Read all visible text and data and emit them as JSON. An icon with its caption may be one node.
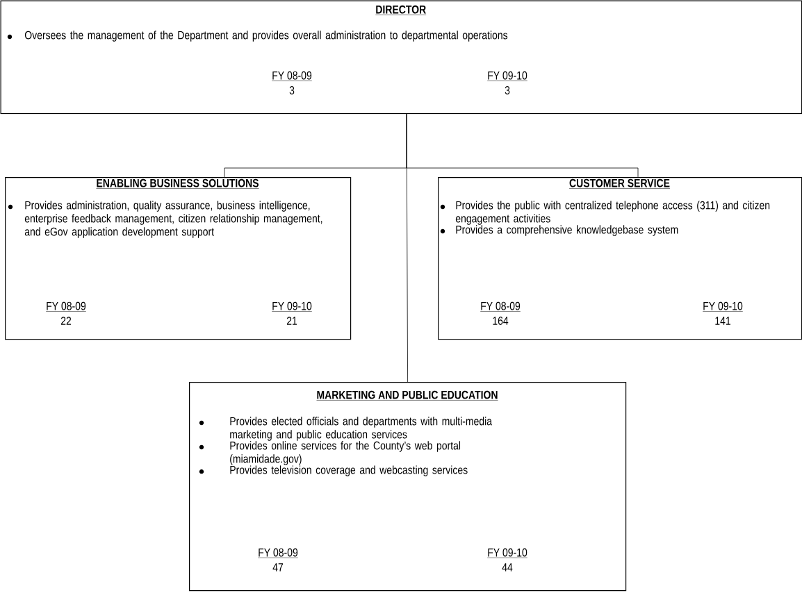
{
  "diagram": {
    "nodes": [
      {
        "text": [
          "DIRECTOR",
          "Oversees the management of the Department and provides overall administration to departmental operations",
          "FY 08-09",
          "3",
          "FY 09-10",
          "3"
        ]
      },
      {
        "text": [
          "ENABLING BUSINESS SOLUTIONS",
          "Provides administration, quality assurance, business intelligence, enterprise feedback management, citizen relationship management, and eGov application development support",
          "FY 08-09",
          "22",
          "FY 09-10",
          "21"
        ]
      },
      {
        "text": [
          "CUSTOMER SERVICE",
          "Provides the public with centralized telephone access (311) and citizen engagement activities",
          "Provides a comprehensive knowledgebase system",
          "FY 08-09",
          "164",
          "FY 09-10",
          "141"
        ]
      },
      {
        "text": [
          "MARKETING AND PUBLIC EDUCATION",
          "Provides elected officials and departments with multi-media marketing and public education services",
          "Provides online services for the County’s web portal (miamidade.gov)",
          "Provides television coverage and webcasting services",
          "FY 08-09",
          "47",
          "FY 09-10",
          "44"
        ]
      }
    ],
    "edges": [
      {
        "from": 0,
        "to": 1,
        "arrow": "none"
      },
      {
        "from": 0,
        "to": 2,
        "arrow": "none"
      },
      {
        "from": 0,
        "to": 3,
        "arrow": "none"
      }
    ]
  }
}
